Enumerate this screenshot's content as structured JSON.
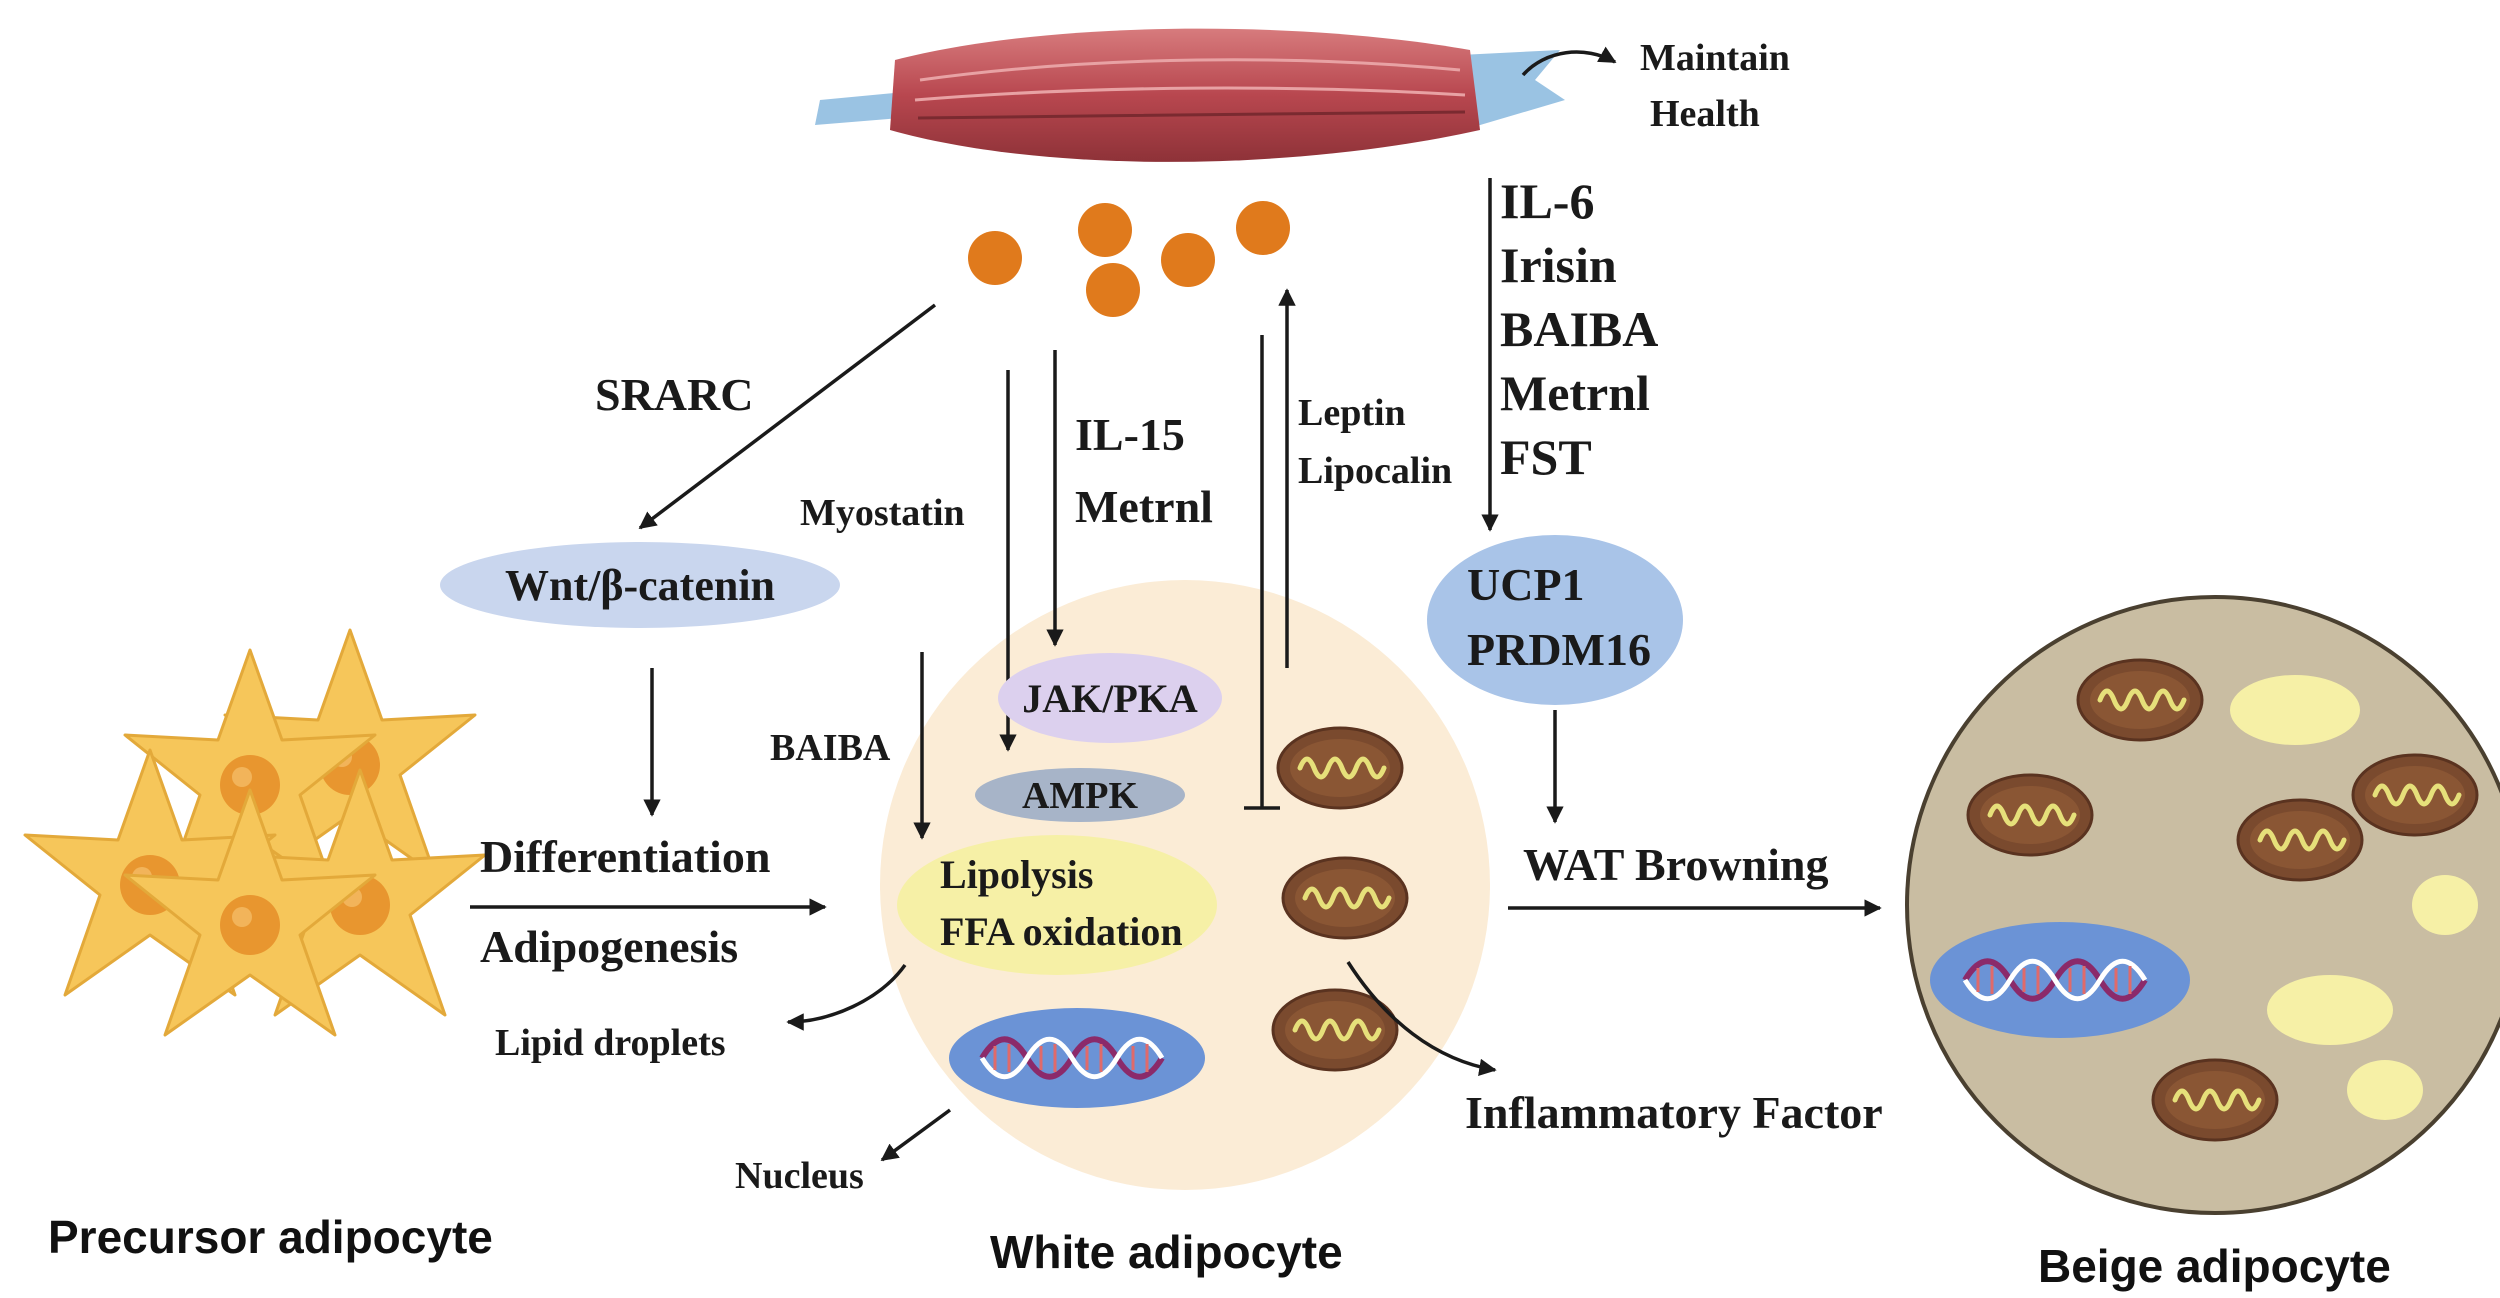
{
  "muscle": {
    "maintain_line1": "Maintain",
    "maintain_line2": "Health"
  },
  "myokines": {
    "il6": "IL-6",
    "irisin": "Irisin",
    "baiba": "BAIBA",
    "metrnl": "Metrnl",
    "fst": "FST"
  },
  "signals": {
    "srarc": "SRARC",
    "il15": "IL-15",
    "metrnl": "Metrnl",
    "myostatin": "Myostatin",
    "leptin": "Leptin",
    "lipocalin": "Lipocalin",
    "baiba": "BAIBA"
  },
  "pathways": {
    "wnt": "Wnt/β-catenin",
    "ucp1": "UCP1",
    "prdm16": "PRDM16",
    "jak": "JAK/PKA",
    "ampk": "AMPK",
    "lipolysis": "Lipolysis",
    "ffa": "FFA oxidation"
  },
  "processes": {
    "differentiation": "Differentiation",
    "adipogenesis": "Adipogenesis",
    "wat_browning": "WAT Browning",
    "lipid_droplets": "Lipid droplets",
    "nucleus": "Nucleus",
    "inflammatory": "Inflammatory Factor"
  },
  "cells": {
    "precursor": "Precursor adipocyte",
    "white": "White adipocyte",
    "beige": "Beige adipocyte"
  },
  "colors": {
    "muscle_red": "#c2545a",
    "tendon_blue": "#8fbde0",
    "myokine_orange": "#e07a1c",
    "star_yellow": "#f6c65a",
    "white_cell": "#fbecd6",
    "beige_cell": "#c9bda2",
    "mito_brown": "#7a4a2e",
    "oval_blue": "#a9c4e8",
    "oval_purple": "#dcd0ee",
    "oval_yellow": "#f6f0a6",
    "nucleus_blue": "#6b93d6"
  }
}
